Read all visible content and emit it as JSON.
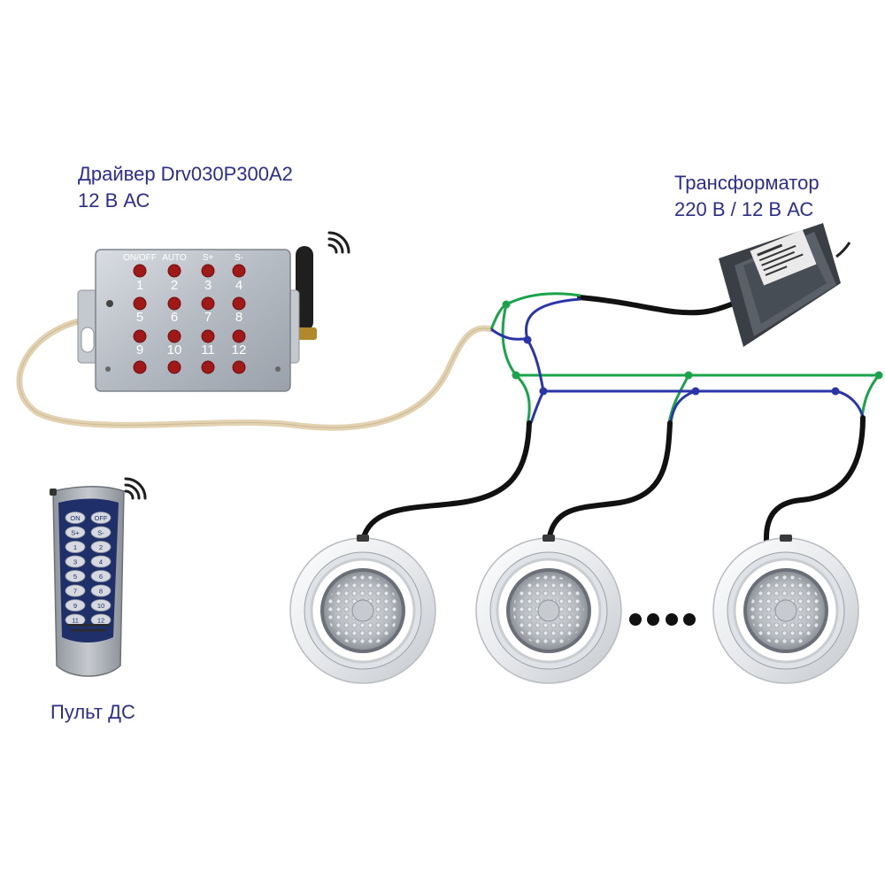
{
  "labels": {
    "driver_line1": "Драйвер Drv030P300A2",
    "driver_line2": "12 В АС",
    "transformer_line1": "Трансформатор",
    "transformer_line2": "220 В / 12 В АС",
    "remote": "Пульт ДС"
  },
  "driver_panel": {
    "headers": [
      "ON/OFF",
      "AUTO",
      "S+",
      "S-"
    ],
    "numbers": [
      "1",
      "2",
      "3",
      "4",
      "5",
      "6",
      "7",
      "8",
      "9",
      "10",
      "11",
      "12"
    ]
  },
  "remote_keys": [
    "ON",
    "OFF",
    "S+",
    "S-",
    "1",
    "2",
    "3",
    "4",
    "5",
    "6",
    "7",
    "8",
    "9",
    "10",
    "11",
    "12"
  ],
  "colors": {
    "label_text": "#2d2d8c",
    "wire_green": "#1aa34a",
    "wire_blue": "#2a35a8",
    "cable_black": "#111111",
    "cable_beige": "#e3d2b2",
    "driver_button": "#a01818"
  }
}
